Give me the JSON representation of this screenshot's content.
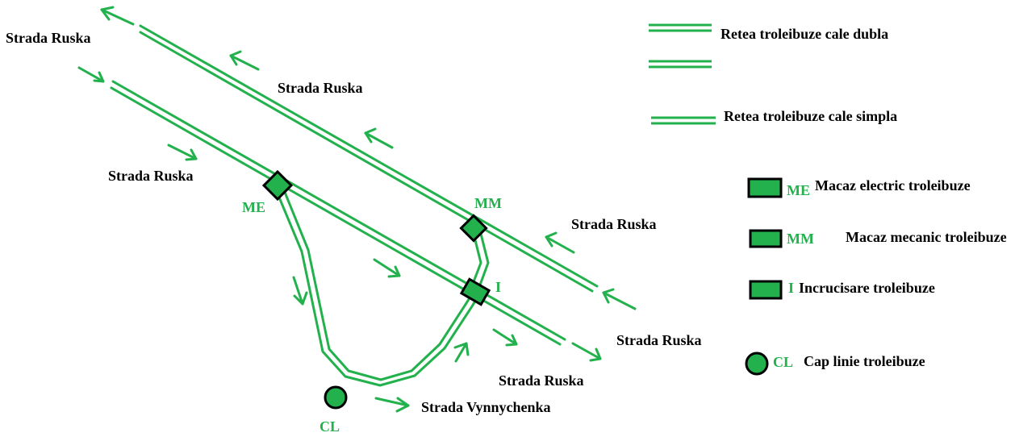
{
  "colors": {
    "track": "#22b14c",
    "fill": "#22b14c",
    "outline": "#000000",
    "text": "#000000"
  },
  "map": {
    "street_labels": [
      "Strada Ruska",
      "Strada Ruska",
      "Strada Ruska",
      "Strada Ruska",
      "Strada Ruska",
      "Strada Ruska",
      "Strada Vynnychenka"
    ],
    "node_labels": {
      "me": "ME",
      "mm": "MM",
      "i": "I",
      "cl": "CL"
    }
  },
  "legend": {
    "double": "Retea troleibuze cale dubla",
    "single": "Retea troleibuze cale simpla",
    "me_code": "ME",
    "me_text": "Macaz electric troleibuze",
    "mm_code": "MM",
    "mm_text": "Macaz mecanic troleibuze",
    "i_code": "I",
    "i_text": "Incrucisare troleibuze",
    "cl_code": "CL",
    "cl_text": "Cap linie troleibuze"
  }
}
